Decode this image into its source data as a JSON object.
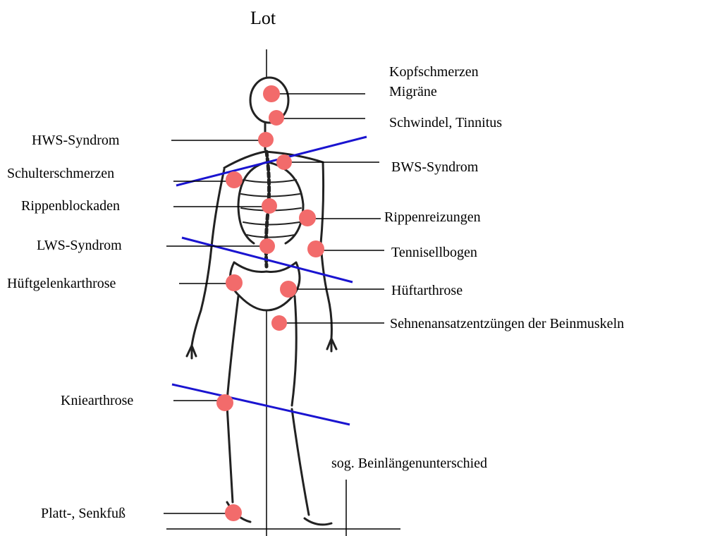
{
  "title": "Lot",
  "colors": {
    "pain_point": "#f26b6b",
    "axis_line": "#1a14d0",
    "leader_line": "#000000",
    "bone": "#222222"
  },
  "labels": {
    "kopfschmerzen": "Kopfschmerzen",
    "migraene": "Migräne",
    "schwindel": "Schwindel, Tinnitus",
    "hws": "HWS-Syndrom",
    "schulter": "Schulterschmerzen",
    "bws": "BWS-Syndrom",
    "rippenblockaden": "Rippenblockaden",
    "rippenreizungen": "Rippenreizungen",
    "lws": "LWS-Syndrom",
    "tennisellbogen": "Tennisellbogen",
    "hueftgelenk": "Hüftgelenkarthrose",
    "hueftarthrose": "Hüftarthrose",
    "sehnen": "Sehnenansatzentzüngen der Beinmuskeln",
    "knie": "Kniearthrose",
    "beinlaenge": "sog. Beinlängenunterschied",
    "plattfuss": "Platt-, Senkfuß"
  }
}
